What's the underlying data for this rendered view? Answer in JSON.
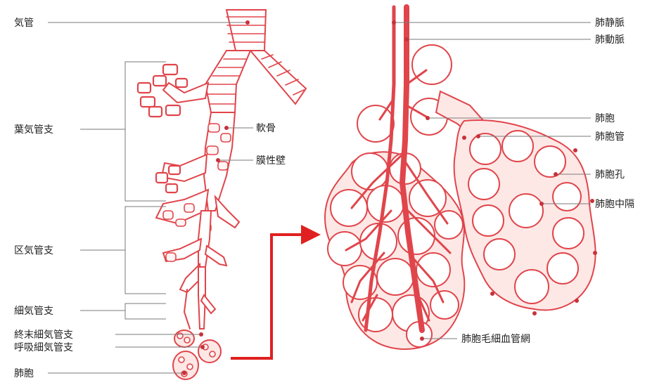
{
  "left_labels": {
    "trachea": "気管",
    "lobar_bronchus": "葉気管支",
    "segmental_bronchus": "区気管支",
    "bronchiole": "細気管支",
    "terminal_bronchiole": "終末細気管支",
    "respiratory_bronchiole": "呼吸細気管支",
    "alveolus": "肺胞"
  },
  "center_labels": {
    "cartilage": "軟骨",
    "membranous_wall": "膜性壁"
  },
  "right_labels": {
    "pulmonary_vein": "肺静脈",
    "pulmonary_artery": "肺動脈",
    "alveolus": "肺胞",
    "alveolar_duct": "肺胞管",
    "alveolar_pore": "肺胞孔",
    "alveolar_septum": "肺胞中隔",
    "capillary_network": "肺胞毛細血管網"
  },
  "colors": {
    "tissue_stroke": "#e0454b",
    "tissue_fill": "#fde8e6",
    "arrow": "#e02020",
    "leader": "#7a7a7a"
  }
}
